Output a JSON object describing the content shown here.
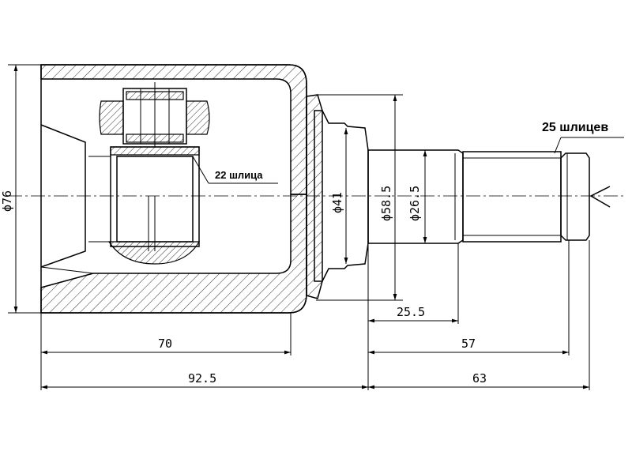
{
  "drawing": {
    "diameters": {
      "d76": "ϕ76",
      "d41": "ϕ41",
      "d58_5": "ϕ58.5",
      "d26_5": "ϕ26.5"
    },
    "lengths": {
      "l25_5": "25.5",
      "l70": "70",
      "l57": "57",
      "l92_5": "92.5",
      "l63": "63"
    },
    "labels": {
      "inner_splines": "22 шлица",
      "outer_splines": "25 шлицев"
    }
  }
}
